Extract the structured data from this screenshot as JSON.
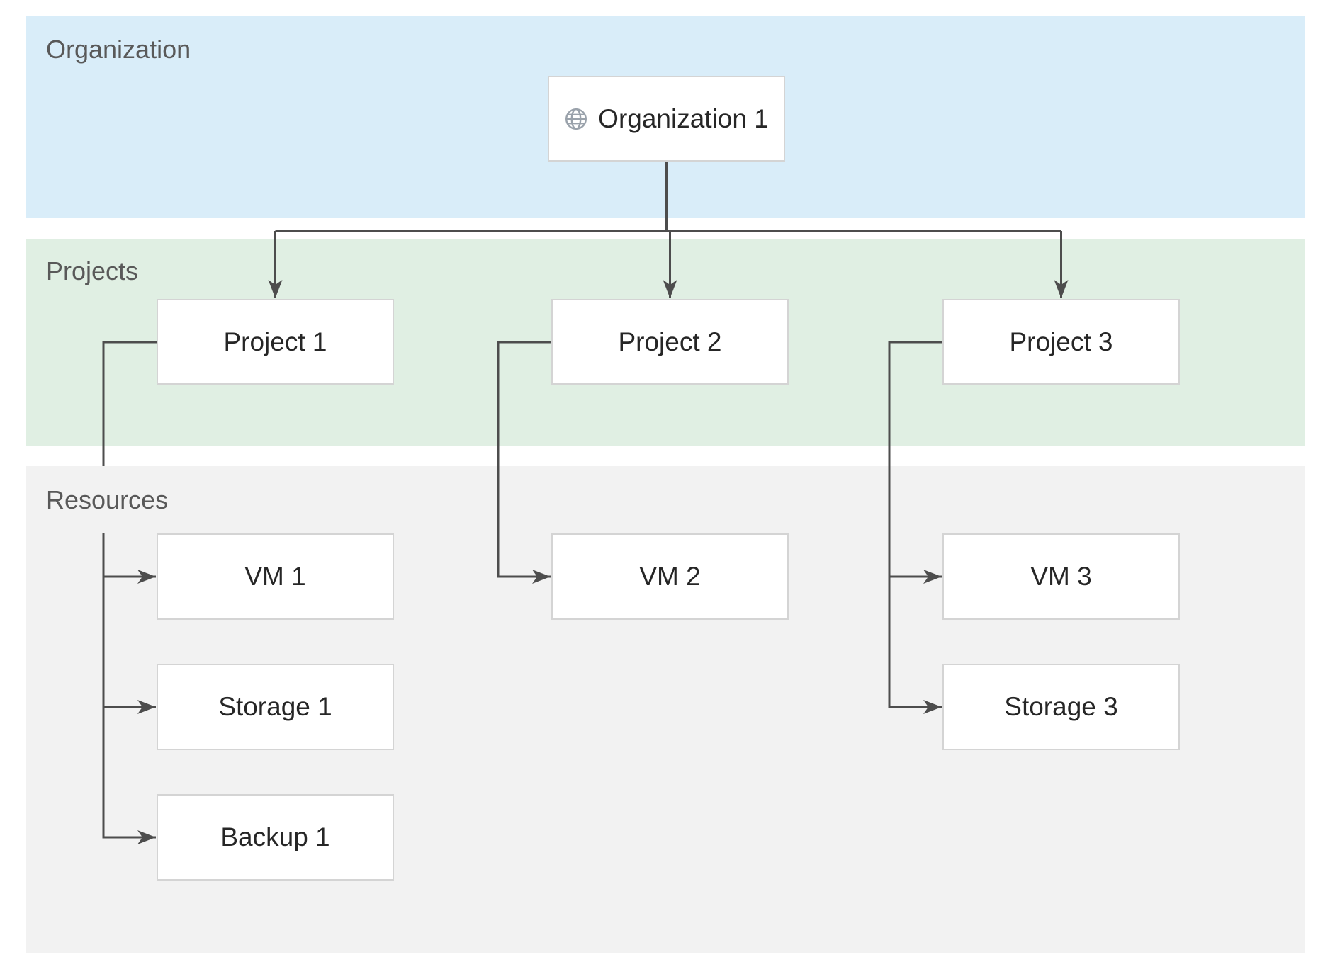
{
  "diagram": {
    "bands": {
      "organization": {
        "label": "Organization",
        "bg": "#d9edf9"
      },
      "projects": {
        "label": "Projects",
        "bg": "#e0efe3"
      },
      "resources": {
        "label": "Resources",
        "bg": "#f2f2f2"
      }
    },
    "nodes": {
      "org1": {
        "label": "Organization 1",
        "icon": "globe-icon",
        "band": "Organization"
      },
      "project1": {
        "label": "Project 1",
        "band": "Projects"
      },
      "project2": {
        "label": "Project 2",
        "band": "Projects"
      },
      "project3": {
        "label": "Project 3",
        "band": "Projects"
      },
      "vm1": {
        "label": "VM 1",
        "band": "Resources"
      },
      "vm2": {
        "label": "VM 2",
        "band": "Resources"
      },
      "vm3": {
        "label": "VM 3",
        "band": "Resources"
      },
      "storage1": {
        "label": "Storage 1",
        "band": "Resources"
      },
      "storage3": {
        "label": "Storage 3",
        "band": "Resources"
      },
      "backup1": {
        "label": "Backup 1",
        "band": "Resources"
      }
    },
    "edges": [
      {
        "from": "Organization 1",
        "to": "Project 1"
      },
      {
        "from": "Organization 1",
        "to": "Project 2"
      },
      {
        "from": "Organization 1",
        "to": "Project 3"
      },
      {
        "from": "Project 1",
        "to": "VM 1"
      },
      {
        "from": "Project 1",
        "to": "Storage 1"
      },
      {
        "from": "Project 1",
        "to": "Backup 1"
      },
      {
        "from": "Project 2",
        "to": "VM 2"
      },
      {
        "from": "Project 3",
        "to": "VM 3"
      },
      {
        "from": "Project 3",
        "to": "Storage 3"
      }
    ],
    "colors": {
      "band_organization_bg": "#d9edf9",
      "band_projects_bg": "#e0efe3",
      "band_resources_bg": "#f2f2f2",
      "connector": "#4d4d4d",
      "node_border": "#d4d4d4",
      "node_bg": "#ffffff",
      "node_text": "#262626",
      "band_label_text": "#595959",
      "globe_icon": "#9aa2ab"
    }
  }
}
